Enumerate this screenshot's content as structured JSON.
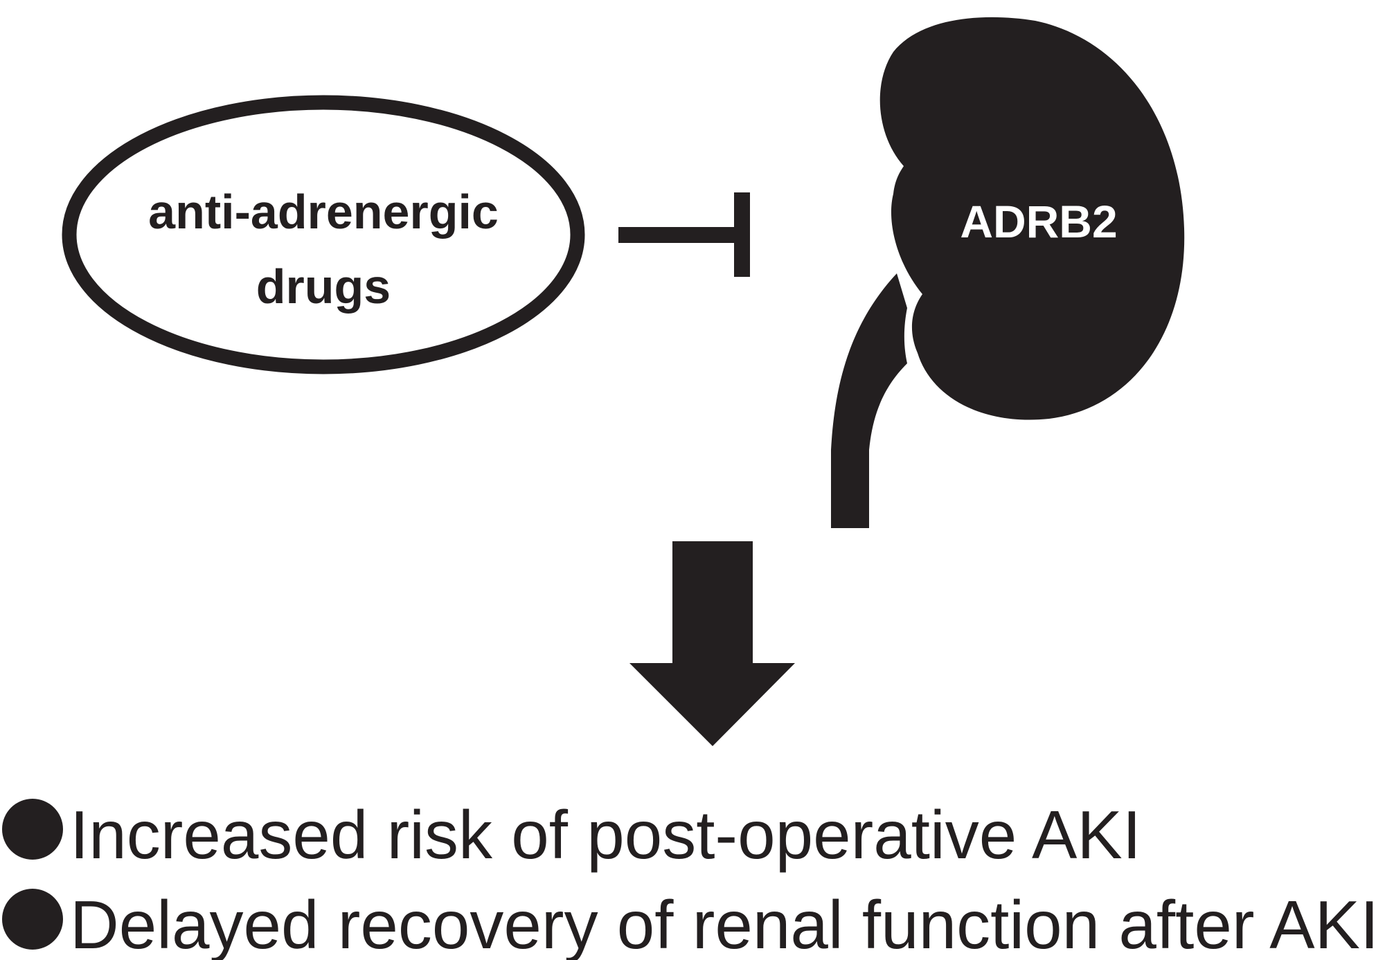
{
  "drug_node": {
    "label_line1": "anti-adrenergic",
    "label_line2": "drugs"
  },
  "target_node": {
    "label": "ADRB2",
    "icon": "kidney-icon"
  },
  "relation": {
    "type": "inhibition",
    "icon": "inhibition-arrow-icon"
  },
  "consequence_arrow": {
    "icon": "down-arrow-icon"
  },
  "outcomes": [
    {
      "bullet": "bullet-dot-icon",
      "text": "Increased risk of post-operative AKI"
    },
    {
      "bullet": "bullet-dot-icon",
      "text": "Delayed recovery of renal function after AKI"
    }
  ],
  "colors": {
    "ink": "#231f20",
    "background": "#ffffff",
    "label_on_dark": "#ffffff"
  }
}
